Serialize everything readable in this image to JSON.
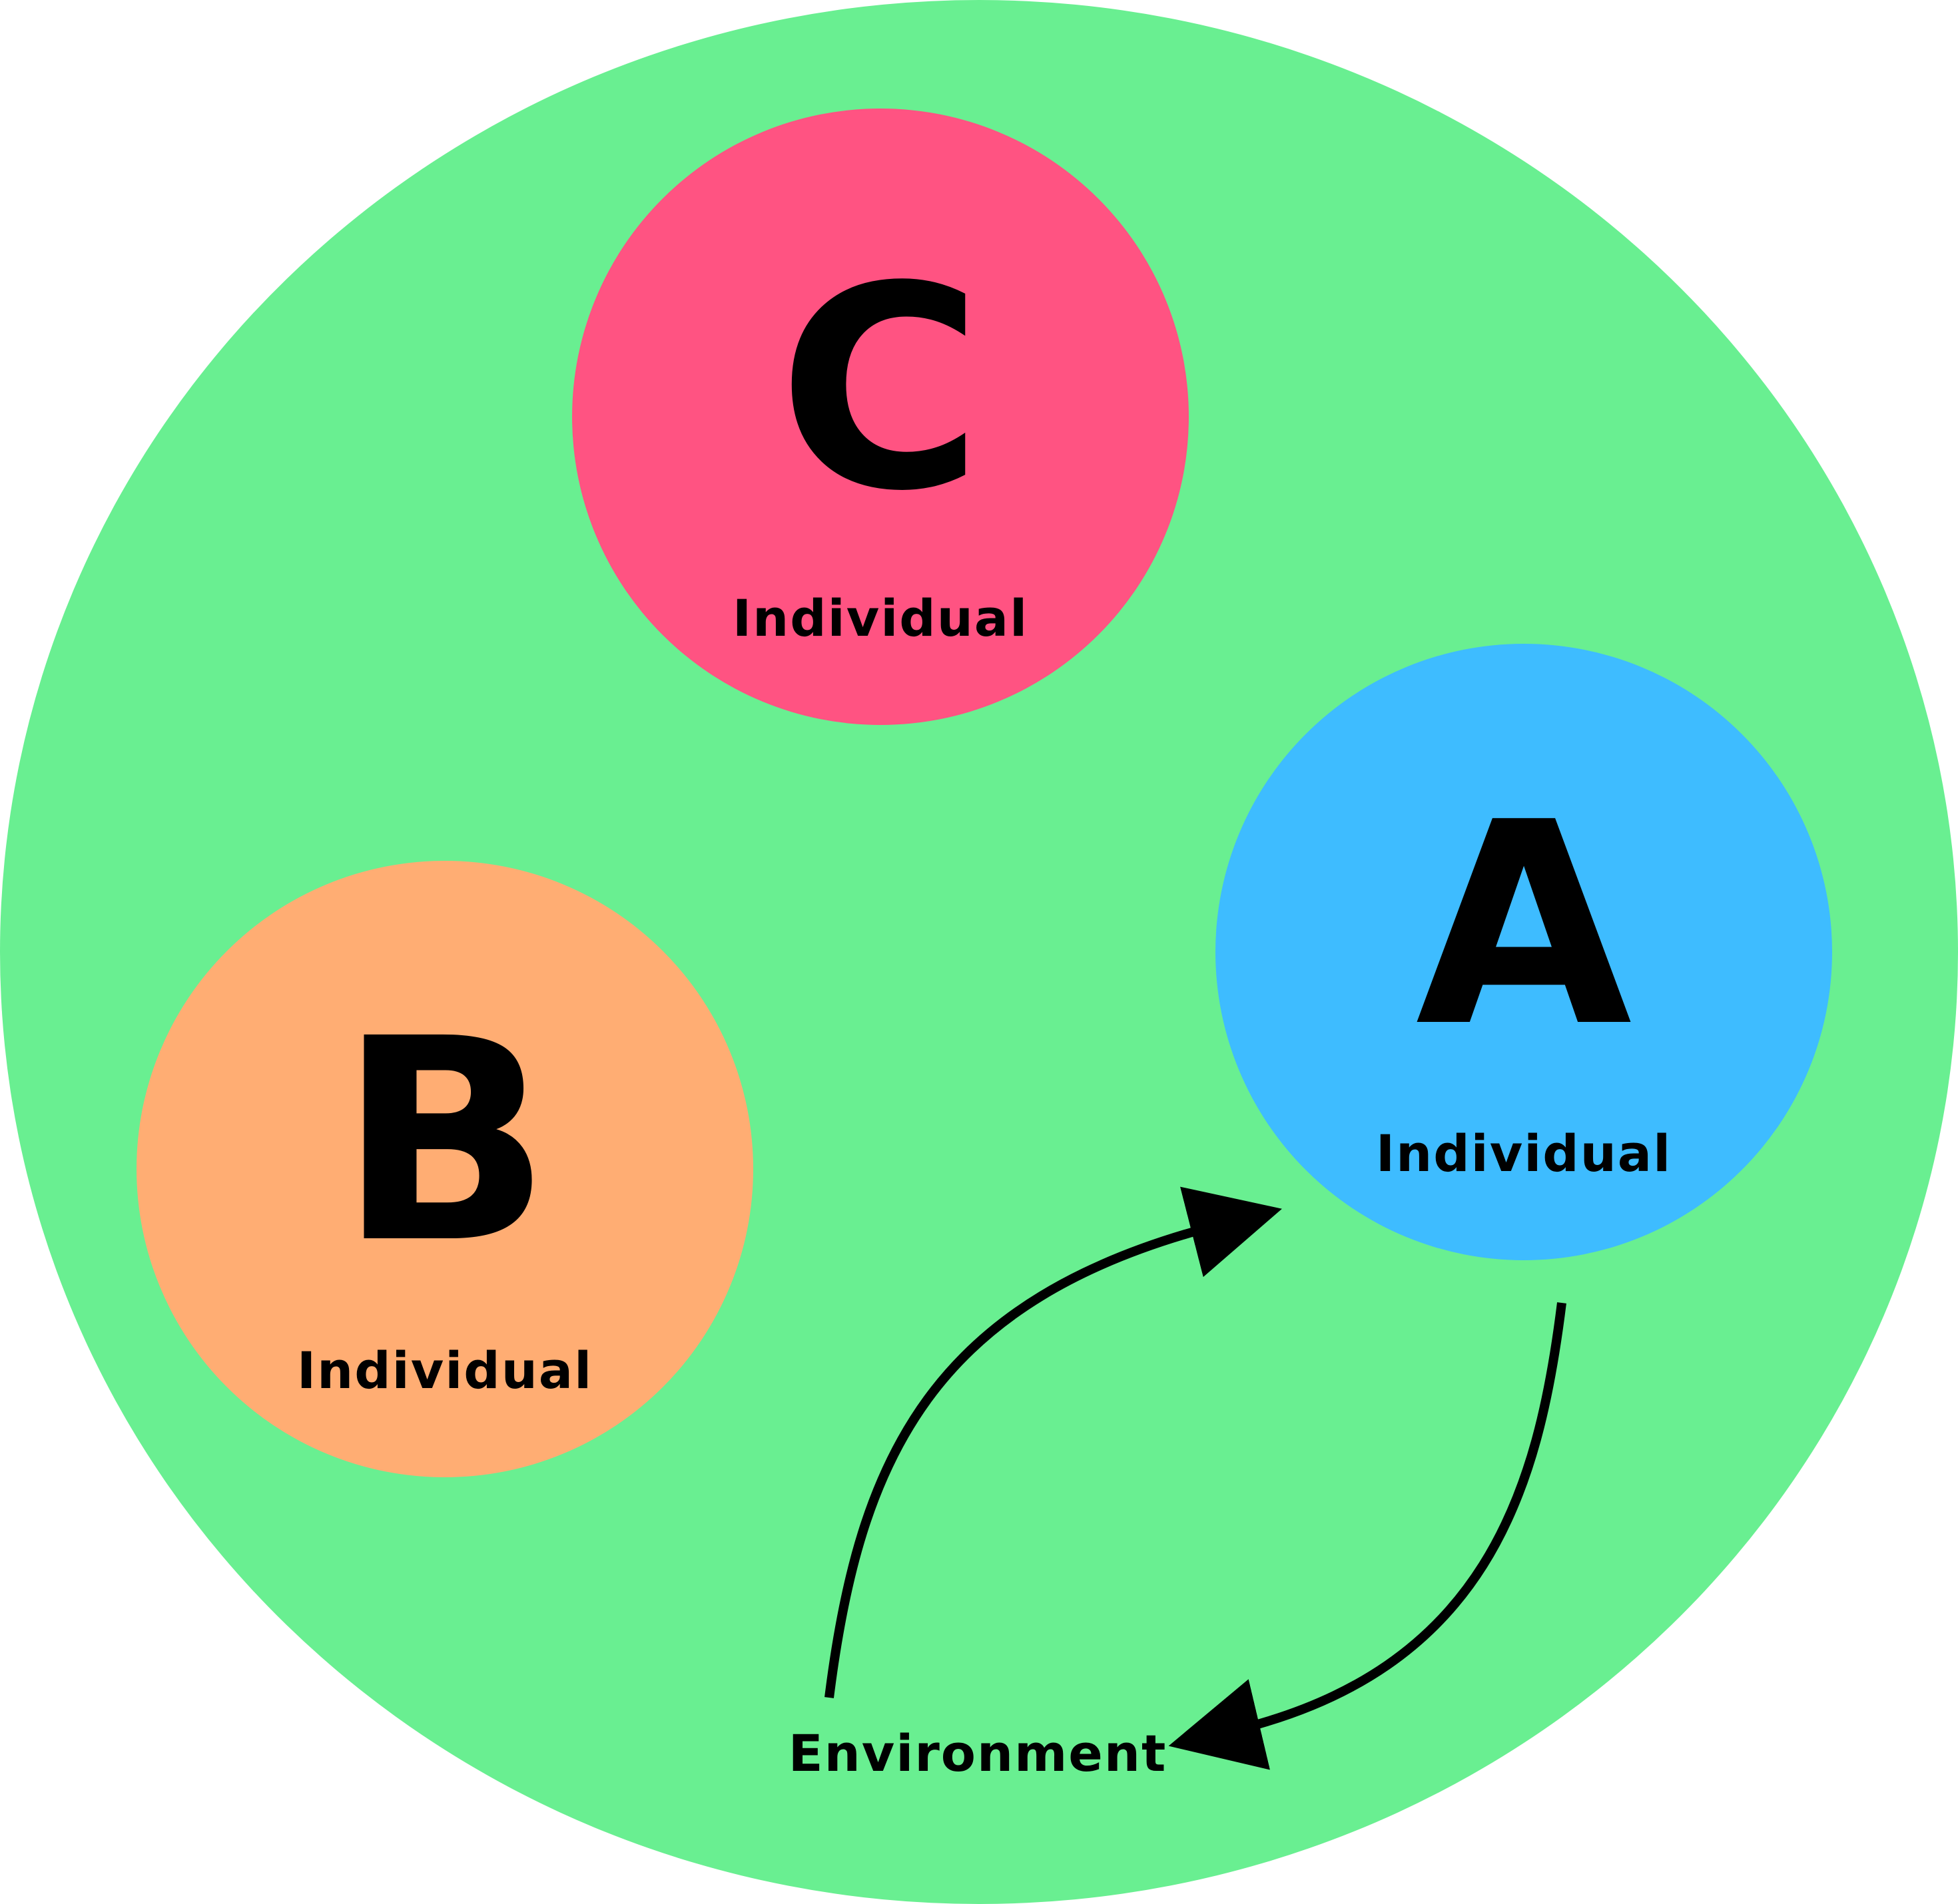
{
  "colors": {
    "environment": "#69ef91",
    "individual_a": "#3ebcff",
    "individual_b": "#ffad73",
    "individual_c": "#ff5382",
    "arrow": "#000000"
  },
  "environment": {
    "label": "Environment"
  },
  "individuals": {
    "a": {
      "letter": "A",
      "label": "Individual"
    },
    "b": {
      "letter": "B",
      "label": "Individual"
    },
    "c": {
      "letter": "C",
      "label": "Individual"
    }
  },
  "arrows": [
    {
      "from": "Individual A",
      "to": "Environment"
    },
    {
      "from": "Environment",
      "to": "Individual A"
    }
  ]
}
